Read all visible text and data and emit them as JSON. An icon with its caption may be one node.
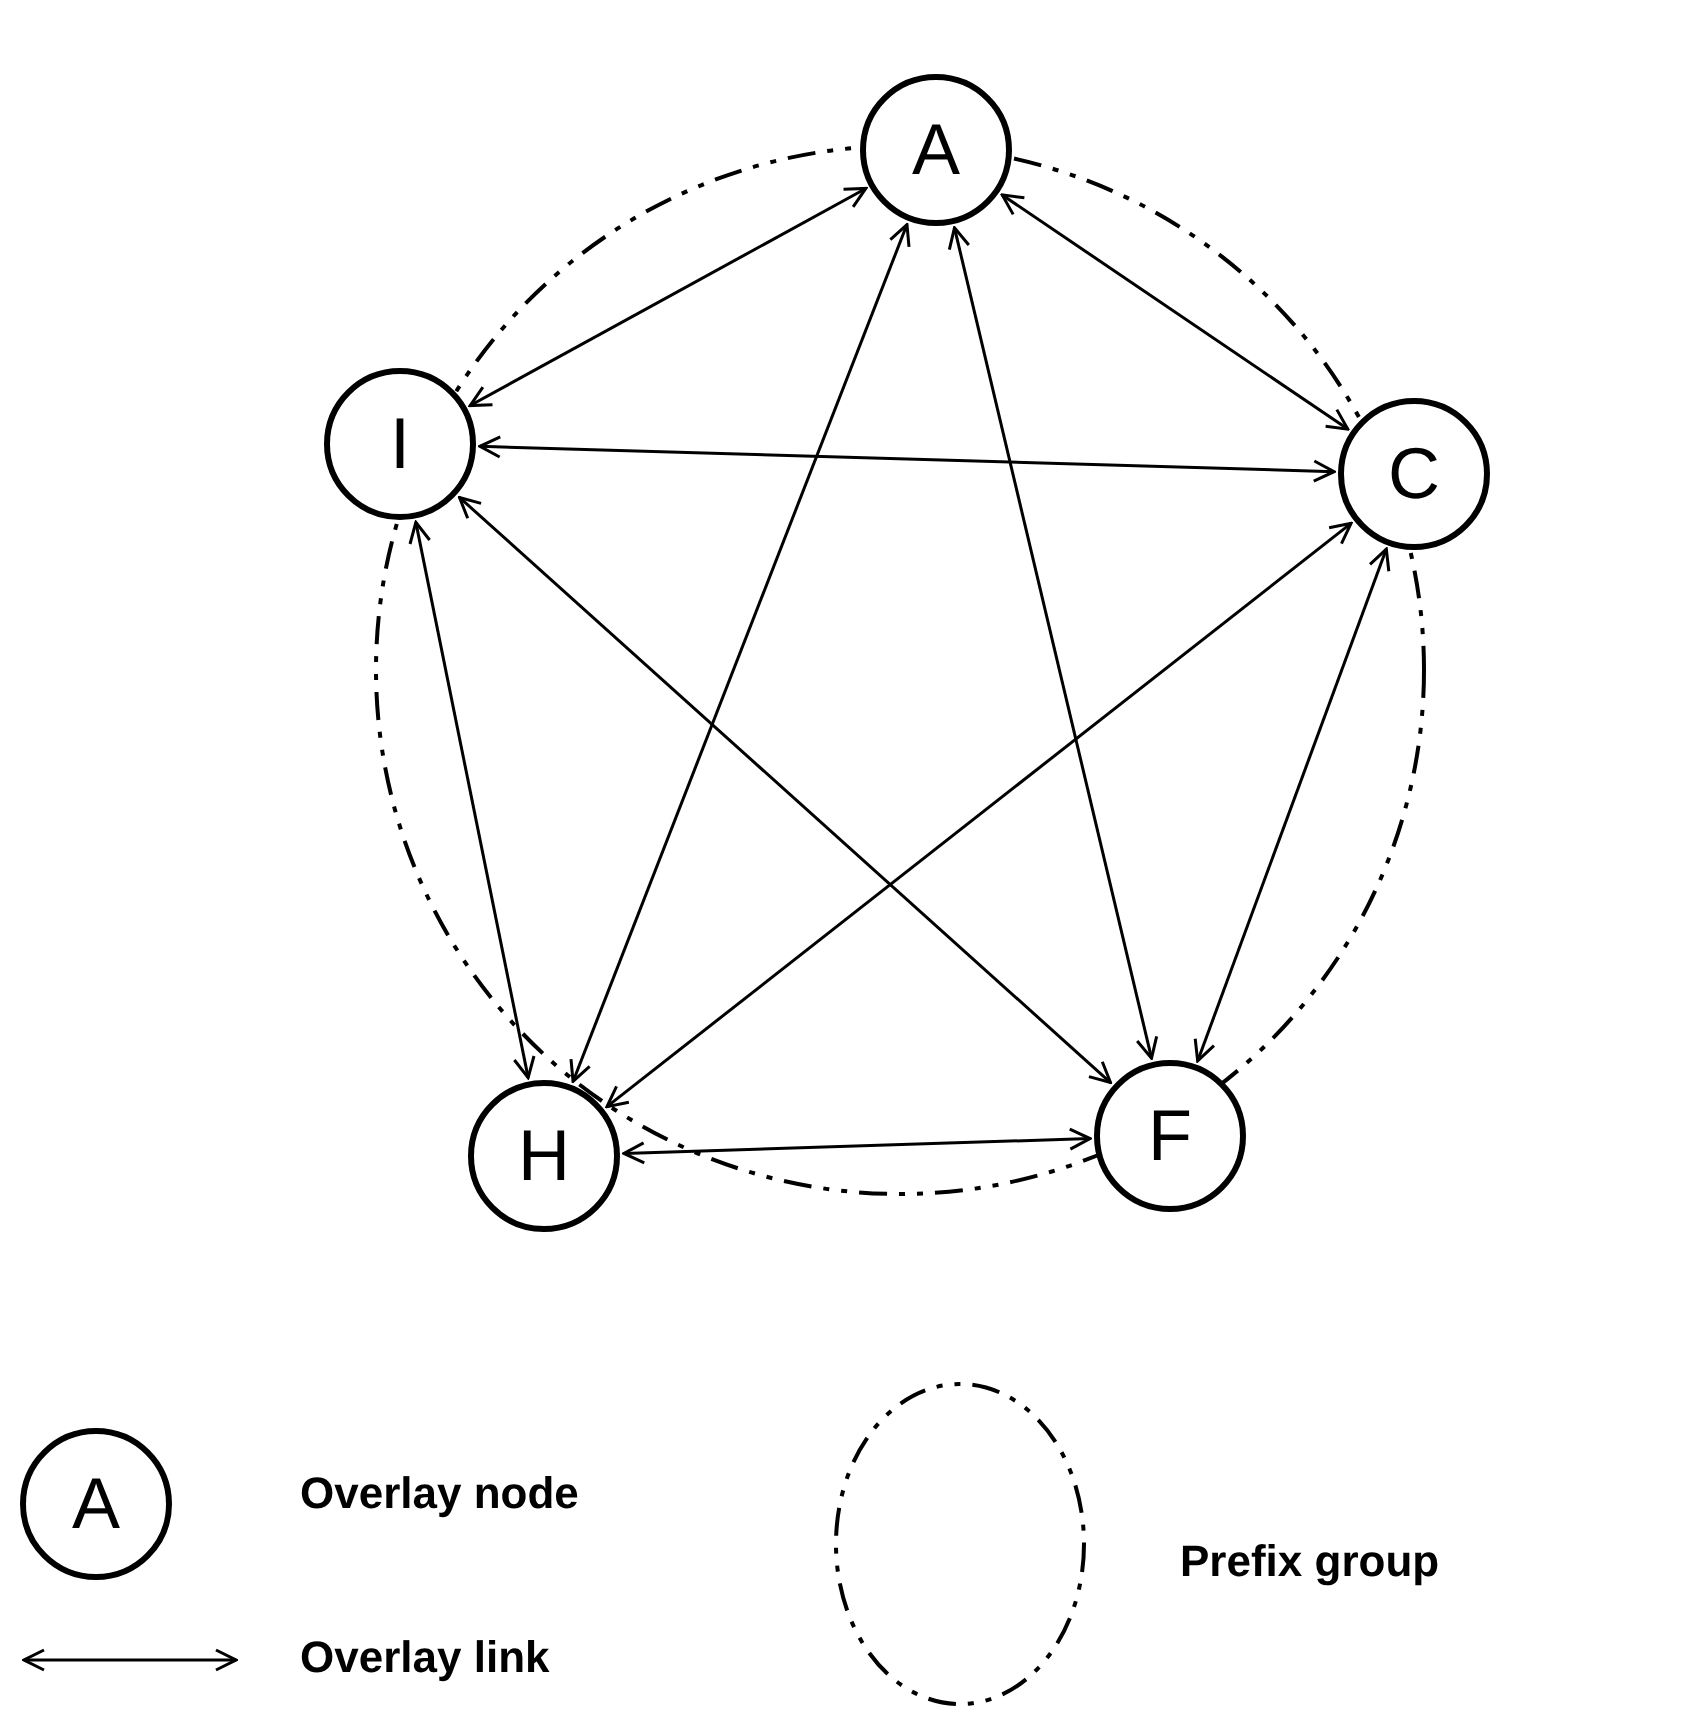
{
  "diagram": {
    "nodes": [
      {
        "text": [
          "A"
        ]
      },
      {
        "text": [
          "I"
        ]
      },
      {
        "text": [
          "C"
        ]
      },
      {
        "text": [
          "H"
        ]
      },
      {
        "text": [
          "F"
        ]
      }
    ],
    "edges": [
      {
        "from": 0,
        "to": 1,
        "arrow": "both"
      },
      {
        "from": 0,
        "to": 2,
        "arrow": "both"
      },
      {
        "from": 0,
        "to": 3,
        "arrow": "both"
      },
      {
        "from": 0,
        "to": 4,
        "arrow": "both"
      },
      {
        "from": 1,
        "to": 2,
        "arrow": "both"
      },
      {
        "from": 1,
        "to": 3,
        "arrow": "both"
      },
      {
        "from": 1,
        "to": 4,
        "arrow": "both"
      },
      {
        "from": 2,
        "to": 3,
        "arrow": "both"
      },
      {
        "from": 2,
        "to": 4,
        "arrow": "both"
      },
      {
        "from": 3,
        "to": 4,
        "arrow": "both"
      }
    ],
    "labels": [
      "A"
    ],
    "legend": [
      {
        "text": "Overlay node"
      },
      {
        "text": "Overlay link"
      },
      {
        "text": "Prefix group"
      }
    ]
  }
}
